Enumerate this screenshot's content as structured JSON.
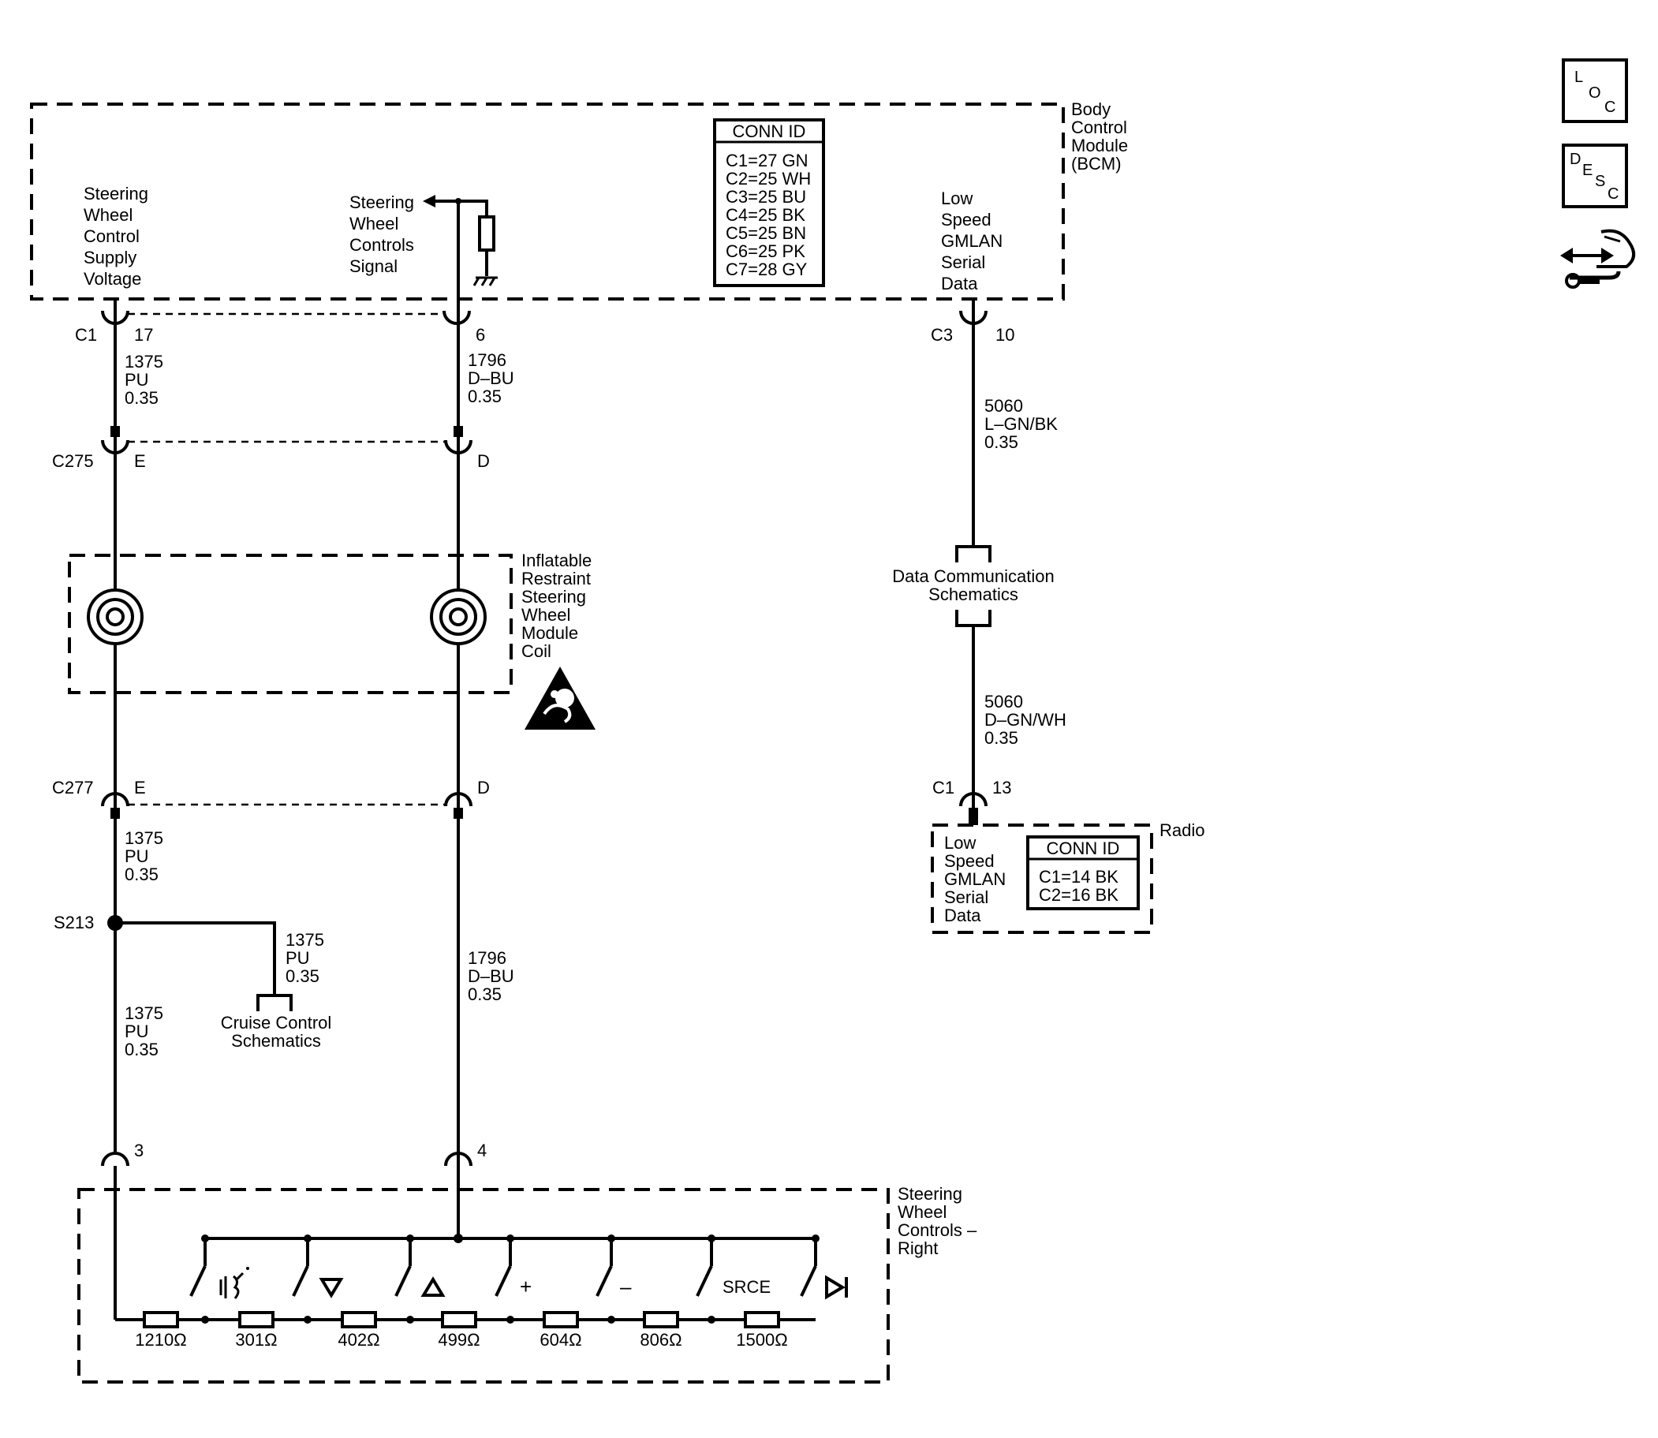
{
  "bcm": {
    "name": [
      "Body",
      "Control",
      "Module",
      "(BCM)"
    ],
    "conn_id_title": "CONN ID",
    "conn_id": [
      "C1=27 GN",
      "C2=25 WH",
      "C3=25 BU",
      "C4=25 BK",
      "C5=25 BN",
      "C6=25 PK",
      "C7=28 GY"
    ],
    "supply_label": [
      "Steering",
      "Wheel",
      "Control",
      "Supply",
      "Voltage"
    ],
    "signal_label": [
      "Steering",
      "Wheel",
      "Controls",
      "Signal"
    ],
    "gmlan_label": [
      "Low",
      "Speed",
      "GMLAN",
      "Serial",
      "Data"
    ],
    "conn_c1": "C1",
    "pin17": "17",
    "pin6": "6",
    "conn_c3": "C3",
    "pin10": "10"
  },
  "wires": {
    "w1375_top": [
      "1375",
      "PU",
      "0.35"
    ],
    "w1796_top": [
      "1796",
      "D–BU",
      "0.35"
    ],
    "w5060_top": [
      "5060",
      "L–GN/BK",
      "0.35"
    ],
    "w5060_bot": [
      "5060",
      "D–GN/WH",
      "0.35"
    ],
    "w1375_mid": [
      "1375",
      "PU",
      "0.35"
    ],
    "w1375_branch": [
      "1375",
      "PU",
      "0.35"
    ],
    "w1375_low": [
      "1375",
      "PU",
      "0.35"
    ],
    "w1796_low": [
      "1796",
      "D–BU",
      "0.35"
    ]
  },
  "connectors": {
    "c275": "C275",
    "c275_e": "E",
    "c275_d": "D",
    "c277": "C277",
    "c277_e": "E",
    "c277_d": "D",
    "s213": "S213",
    "swc_pin3": "3",
    "swc_pin4": "4",
    "radio_c1": "C1",
    "radio_pin13": "13"
  },
  "coil": {
    "name": [
      "Inflatable",
      "Restraint",
      "Steering",
      "Wheel",
      "Module",
      "Coil"
    ]
  },
  "data_comm": [
    "Data Communication",
    "Schematics"
  ],
  "cruise": [
    "Cruise Control",
    "Schematics"
  ],
  "radio": {
    "name": "Radio",
    "gmlan_label": [
      "Low",
      "Speed",
      "GMLAN",
      "Serial",
      "Data"
    ],
    "conn_id_title": "CONN ID",
    "conn_id": [
      "C1=14 BK",
      "C2=16 BK"
    ]
  },
  "swc": {
    "name": [
      "Steering",
      "Wheel",
      "Controls –",
      "Right"
    ],
    "switch_labels": [
      "+",
      "–",
      "SRCE"
    ],
    "resistors": [
      "1210Ω",
      "301Ω",
      "402Ω",
      "499Ω",
      "604Ω",
      "806Ω",
      "1500Ω"
    ],
    "switch_icons": [
      "voice-icon",
      "down-triangle-icon",
      "up-triangle-icon",
      "plus-icon",
      "minus-icon",
      "source-icon",
      "next-track-icon"
    ]
  },
  "side_icons": {
    "loc": [
      "L",
      "O",
      "C"
    ],
    "desc": [
      "D",
      "E",
      "S",
      "C"
    ],
    "names": [
      "loc-icon",
      "desc-icon",
      "diagnostic-hand-icon"
    ]
  }
}
